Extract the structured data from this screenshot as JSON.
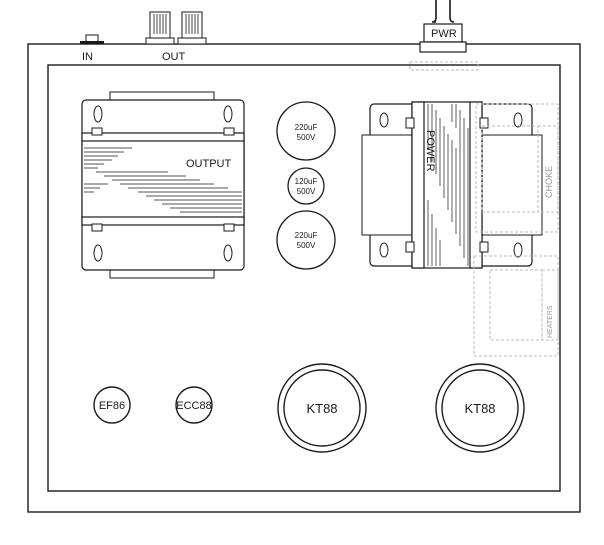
{
  "labels": {
    "in": "IN",
    "out": "OUT",
    "pwr": "PWR",
    "output_transformer": "OUTPUT",
    "power_transformer": "POWER",
    "choke": "CHOKE",
    "heaters": "HEATERS"
  },
  "capacitors": [
    {
      "line1": "220uF",
      "line2": "500V"
    },
    {
      "line1": "120uF",
      "line2": "500V"
    },
    {
      "line1": "220uF",
      "line2": "500V"
    }
  ],
  "tubes": {
    "ef86": "EF86",
    "ecc88": "ECC88",
    "kt88_left": "KT88",
    "kt88_right": "KT88"
  },
  "colors": {
    "stroke": "#1a1a1a",
    "dashed": "#bbbbbb",
    "background": "#ffffff"
  }
}
